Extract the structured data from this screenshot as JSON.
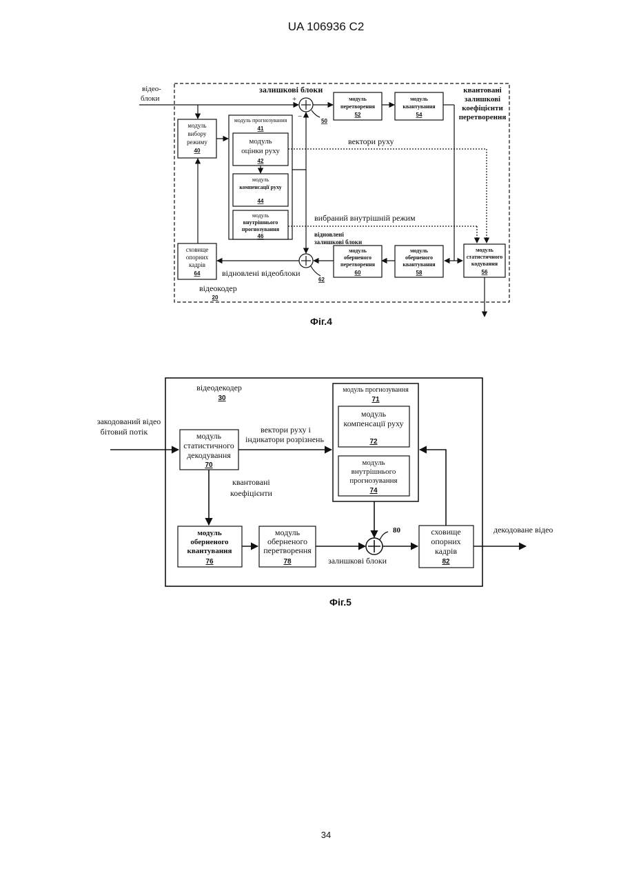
{
  "header": {
    "patent": "UA   106936   C2"
  },
  "fig4": {
    "caption": "Фіг.4",
    "input_label": [
      "відео-",
      "блоки"
    ],
    "residual_label": "залишкові блоки",
    "plus": "+",
    "minus": "−",
    "sum1_num": "50",
    "sum2_num": "62",
    "mode_select": {
      "lines": [
        "модуль",
        "вибору",
        "режиму"
      ],
      "num": "40"
    },
    "prediction": {
      "title": "модуль прогнозування",
      "num": "41"
    },
    "motion_est": {
      "lines": [
        "модуль",
        "оцінки руху"
      ],
      "num": "42"
    },
    "motion_comp": {
      "lines": [
        "модуль",
        "компенсації руху"
      ],
      "num": "44"
    },
    "intra": {
      "lines": [
        "модуль",
        "внутрішнього",
        "прогнозування"
      ],
      "num": "46"
    },
    "transform": {
      "lines": [
        "модуль",
        "перетворення"
      ],
      "num": "52"
    },
    "quant": {
      "lines": [
        "модуль",
        "квантування"
      ],
      "num": "54"
    },
    "quant_label": [
      "квантовані",
      "залишкові",
      "коефіцієнти",
      "перетворення"
    ],
    "motion_vectors_label": "вектори руху",
    "intra_mode_label": "вибраний внутрішній режим",
    "recon_residual_label": [
      "відновлені",
      "залишкові блоки"
    ],
    "inv_transform": {
      "lines": [
        "модуль",
        "оберненого",
        "перетворення"
      ],
      "num": "60"
    },
    "inv_quant": {
      "lines": [
        "модуль",
        "оберненого",
        "квантування"
      ],
      "num": "58"
    },
    "entropy": {
      "lines": [
        "модуль",
        "статистичного",
        "кодування"
      ],
      "num": "56"
    },
    "ref_store": {
      "lines": [
        "сховище",
        "опорних",
        "кадрів"
      ],
      "num": "64"
    },
    "recon_video_label": "відновлені відеоблоки",
    "encoder": {
      "label": "відеокодер",
      "num": "20"
    }
  },
  "fig5": {
    "caption": "Фіг.5",
    "decoder": {
      "label": "відеодекодер",
      "num": "30"
    },
    "input_label": [
      "закодований відео",
      "бітовий потік"
    ],
    "entropy_dec": {
      "lines": [
        "модуль",
        "статистичного",
        "декодування"
      ],
      "num": "70"
    },
    "mv_label": [
      "вектори руху і",
      "індикатори розрізнень"
    ],
    "prediction": {
      "title": "модуль прогнозування",
      "num": "71"
    },
    "motion_comp": {
      "lines": [
        "модуль",
        "компенсації руху"
      ],
      "num": "72"
    },
    "intra": {
      "lines": [
        "модуль",
        "внутрішнього",
        "прогнозування"
      ],
      "num": "74"
    },
    "coef_label": [
      "квантовані",
      "коефіцієнти"
    ],
    "inv_quant": {
      "lines": [
        "модуль",
        "оберненого",
        "квантування"
      ],
      "num": "76"
    },
    "inv_transform": {
      "lines": [
        "модуль",
        "оберненого",
        "перетворення"
      ],
      "num": "78"
    },
    "sum_num": "80",
    "residual_label": "залишкові блоки",
    "ref_store": {
      "lines": [
        "сховище",
        "опорних",
        "кадрів"
      ],
      "num": "82"
    },
    "output_label": "декодоване відео"
  },
  "footer": {
    "page_number": "34"
  }
}
